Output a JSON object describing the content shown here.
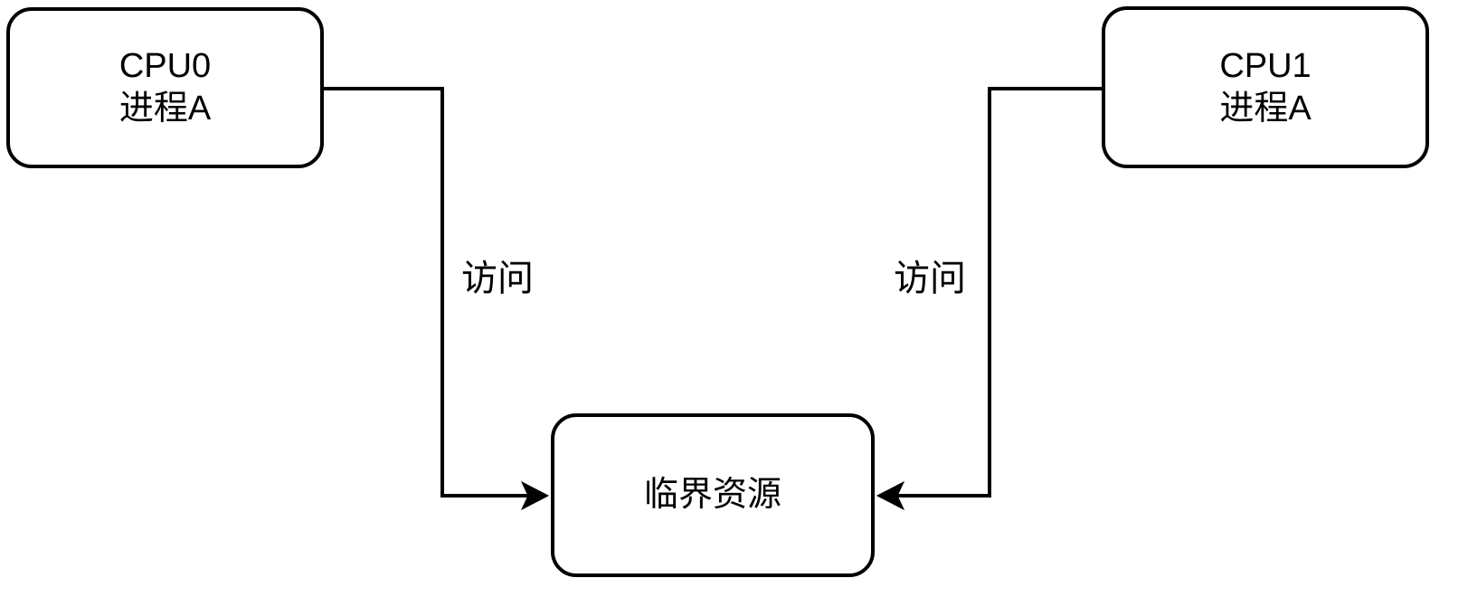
{
  "diagram": {
    "background_color": "#ffffff",
    "stroke_color": "#000000",
    "node_fill_color": "#ffffff",
    "nodes": [
      {
        "id": "cpu0",
        "line1": "CPU0",
        "line2": "进程A"
      },
      {
        "id": "cpu1",
        "line1": "CPU1",
        "line2": "进程A"
      },
      {
        "id": "resource",
        "label": "临界资源"
      }
    ],
    "edges": [
      {
        "from": "cpu0",
        "to": "resource",
        "label": "访问",
        "arrow": "arrowhead-into-resource-left"
      },
      {
        "from": "cpu1",
        "to": "resource",
        "label": "访问",
        "arrow": "arrowhead-into-resource-right"
      }
    ]
  }
}
